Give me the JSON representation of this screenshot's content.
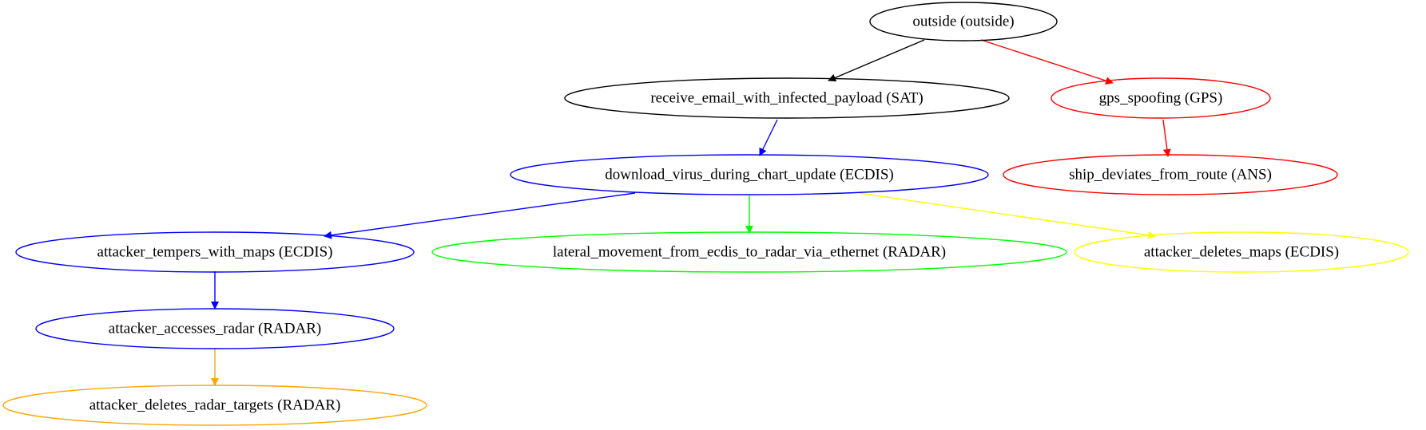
{
  "nodes": {
    "outside": {
      "label": "outside (outside)",
      "color": "#000000"
    },
    "receive_email": {
      "label": "receive_email_with_infected_payload (SAT)",
      "color": "#000000"
    },
    "gps_spoofing": {
      "label": "gps_spoofing (GPS)",
      "color": "#ff0000"
    },
    "download_virus": {
      "label": "download_virus_during_chart_update (ECDIS)",
      "color": "#0000ff"
    },
    "ship_deviates": {
      "label": "ship_deviates_from_route (ANS)",
      "color": "#ff0000"
    },
    "tempers_maps": {
      "label": "attacker_tempers_with_maps (ECDIS)",
      "color": "#0000ff"
    },
    "lateral_movement": {
      "label": "lateral_movement_from_ecdis_to_radar_via_ethernet (RADAR)",
      "color": "#00ff00"
    },
    "deletes_maps": {
      "label": "attacker_deletes_maps (ECDIS)",
      "color": "#ffff00"
    },
    "accesses_radar": {
      "label": "attacker_accesses_radar (RADAR)",
      "color": "#0000ff"
    },
    "deletes_radar_targets": {
      "label": "attacker_deletes_radar_targets (RADAR)",
      "color": "#ffa500"
    }
  },
  "edges": [
    {
      "from": "outside",
      "to": "receive_email",
      "color": "#000000"
    },
    {
      "from": "outside",
      "to": "gps_spoofing",
      "color": "#ff0000"
    },
    {
      "from": "receive_email",
      "to": "download_virus",
      "color": "#0000ff"
    },
    {
      "from": "gps_spoofing",
      "to": "ship_deviates",
      "color": "#ff0000"
    },
    {
      "from": "download_virus",
      "to": "tempers_maps",
      "color": "#0000ff"
    },
    {
      "from": "download_virus",
      "to": "lateral_movement",
      "color": "#00ff00"
    },
    {
      "from": "download_virus",
      "to": "deletes_maps",
      "color": "#ffff00"
    },
    {
      "from": "tempers_maps",
      "to": "accesses_radar",
      "color": "#0000ff"
    },
    {
      "from": "accesses_radar",
      "to": "deletes_radar_targets",
      "color": "#ffa500"
    }
  ]
}
